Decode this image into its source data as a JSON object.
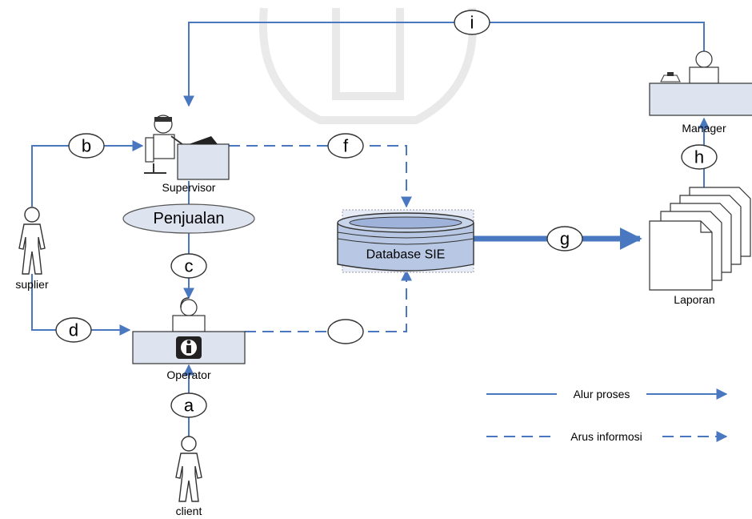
{
  "labels": {
    "supervisor": "Supervisor",
    "penjualan": "Penjualan",
    "suplier": "suplier",
    "operator": "Operator",
    "client": "client",
    "database": "Database SIE",
    "manager": "Manager",
    "laporan": "Laporan"
  },
  "circles": {
    "a": "a",
    "b": "b",
    "c": "c",
    "d": "d",
    "e": "",
    "f": "f",
    "g": "g",
    "h": "h",
    "i": "i"
  },
  "legend": {
    "process": "Alur proses",
    "info": "Arus informosi"
  },
  "colors": {
    "line": "#4a78c0",
    "box_fill": "#dde3ef",
    "db_fill": "#b8c8e4"
  }
}
